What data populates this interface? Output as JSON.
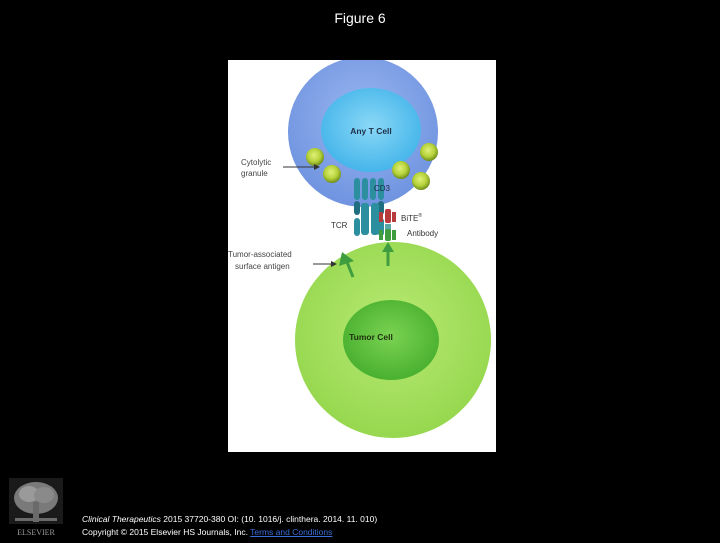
{
  "figure": {
    "title": "Figure 6"
  },
  "diagram": {
    "t_cell_label": "Any T Cell",
    "tumor_cell_label": "Tumor Cell",
    "cytolytic_label_1": "Cytolytic",
    "cytolytic_label_2": "granule",
    "cd3_label": "CD3",
    "tcr_label": "TCR",
    "bite_label": "BiTE",
    "bite_reg": "®",
    "antibody_label": "Antibody",
    "antigen_label_1": "Tumor-associated",
    "antigen_label_2": "surface antigen",
    "colors": {
      "t_cell_outer": "#7fa2e8",
      "t_cell_nucleus": "#5bc3ef",
      "tumor_outer": "#a6e05e",
      "tumor_nucleus": "#5cbf3a",
      "granule": "#b5d23a",
      "receptor": "#2b8f9f",
      "bite_red": "#b83a3a",
      "antigen": "#3f9d3f"
    }
  },
  "footer": {
    "journal": "Clinical Therapeutics",
    "citation_rest": " 2015 37720-380 OI: (10. 1016/j. clinthera. 2014. 11. 010)",
    "copyright": "Copyright © 2015 Elsevier HS Journals, Inc.",
    "terms_link": "Terms and Conditions",
    "publisher_logo": "ELSEVIER"
  }
}
